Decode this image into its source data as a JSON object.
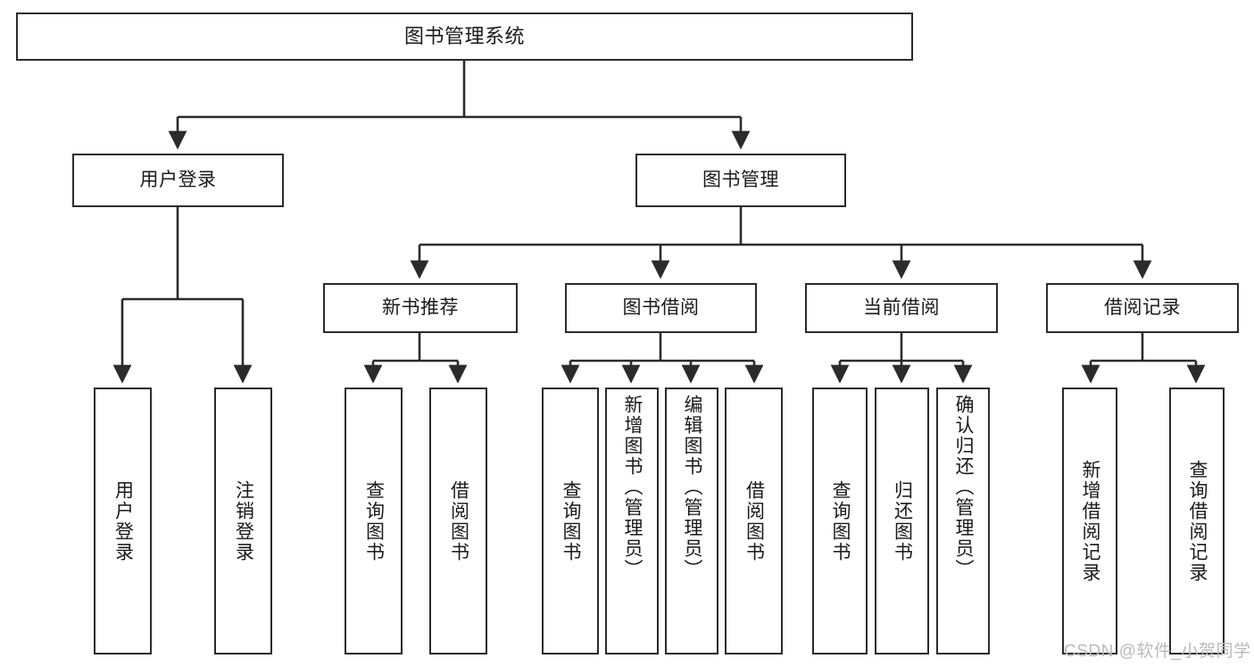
{
  "diagram": {
    "type": "tree",
    "title": "图书管理系统",
    "orientation": "top-down",
    "watermark": "CSDN @软件_小贺同学",
    "colors": {
      "box_border": "#2b2b2b",
      "box_fill": "#ffffff",
      "edge": "#2b2b2b",
      "text": "#1a1a1a",
      "watermark": "#b9b9b9",
      "background": "#ffffff"
    }
  },
  "nodes": {
    "root": {
      "label": "图书管理系统",
      "level": 1
    },
    "user_login": {
      "label": "用户登录",
      "level": 2
    },
    "book_manage": {
      "label": "图书管理",
      "level": 2
    },
    "new_book_rec": {
      "label": "新书推荐",
      "level": 3
    },
    "book_borrow": {
      "label": "图书借阅",
      "level": 3
    },
    "current_borrow": {
      "label": "当前借阅",
      "level": 3
    },
    "borrow_record": {
      "label": "借阅记录",
      "level": 3
    },
    "leaf_user_login": {
      "label": "用户登录",
      "level": 4
    },
    "leaf_logout": {
      "label": "注销登录",
      "level": 4
    },
    "leaf_query_book_1": {
      "label": "查询图书",
      "level": 4
    },
    "leaf_borrow_book_1": {
      "label": "借阅图书",
      "level": 4
    },
    "leaf_query_book_2": {
      "label": "查询图书",
      "level": 4
    },
    "leaf_add_book": {
      "label": "新增图书（管理员）",
      "level": 4
    },
    "leaf_edit_book": {
      "label": "编辑图书（管理员）",
      "level": 4
    },
    "leaf_borrow_book_2": {
      "label": "借阅图书",
      "level": 4
    },
    "leaf_query_book_3": {
      "label": "查询图书",
      "level": 4
    },
    "leaf_return_book": {
      "label": "归还图书",
      "level": 4
    },
    "leaf_confirm_return": {
      "label": "确认归还（管理员）",
      "level": 4
    },
    "leaf_add_record": {
      "label": "新增借阅记录",
      "level": 4
    },
    "leaf_query_record": {
      "label": "查询借阅记录",
      "level": 4
    }
  },
  "edges": [
    {
      "from": "root",
      "to": "user_login"
    },
    {
      "from": "root",
      "to": "book_manage"
    },
    {
      "from": "user_login",
      "to": "leaf_user_login"
    },
    {
      "from": "user_login",
      "to": "leaf_logout"
    },
    {
      "from": "book_manage",
      "to": "new_book_rec"
    },
    {
      "from": "book_manage",
      "to": "book_borrow"
    },
    {
      "from": "book_manage",
      "to": "current_borrow"
    },
    {
      "from": "book_manage",
      "to": "borrow_record"
    },
    {
      "from": "new_book_rec",
      "to": "leaf_query_book_1"
    },
    {
      "from": "new_book_rec",
      "to": "leaf_borrow_book_1"
    },
    {
      "from": "book_borrow",
      "to": "leaf_query_book_2"
    },
    {
      "from": "book_borrow",
      "to": "leaf_add_book"
    },
    {
      "from": "book_borrow",
      "to": "leaf_edit_book"
    },
    {
      "from": "book_borrow",
      "to": "leaf_borrow_book_2"
    },
    {
      "from": "current_borrow",
      "to": "leaf_query_book_3"
    },
    {
      "from": "current_borrow",
      "to": "leaf_return_book"
    },
    {
      "from": "current_borrow",
      "to": "leaf_confirm_return"
    },
    {
      "from": "borrow_record",
      "to": "leaf_add_record"
    },
    {
      "from": "borrow_record",
      "to": "leaf_query_record"
    }
  ]
}
